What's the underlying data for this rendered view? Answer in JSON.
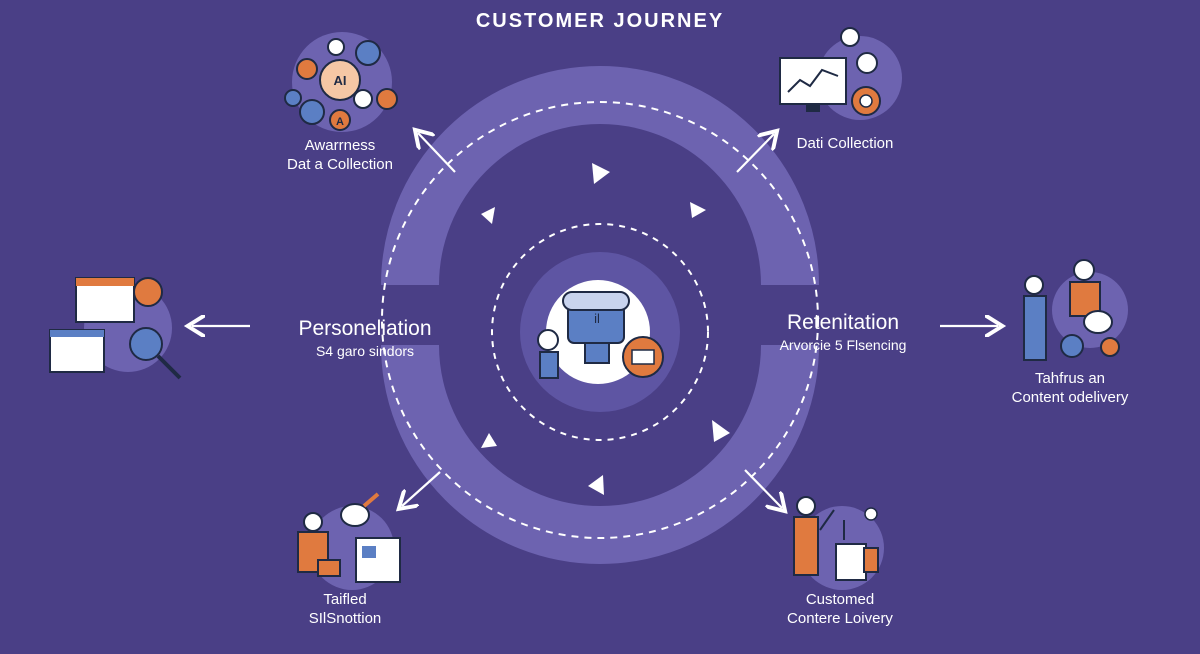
{
  "diagram": {
    "title": "CUSTOMER JOURNEY",
    "center_glyph": "il",
    "stages": {
      "awareness": {
        "line1": "Awarrness",
        "line2": "Dat a Collection",
        "icon_text_ai": "AI",
        "icon_text_a": "A"
      },
      "data_collection": {
        "line1": "Dati Collection"
      },
      "personalization": {
        "line1": "Personeliation",
        "line2": "S4 garo sindors"
      },
      "retention": {
        "line1": "Retenitation",
        "line2": "Arvorcie 5 Flsencing"
      },
      "content_delivery": {
        "line1": "Tahfrus an",
        "line2": "Content odelivery"
      },
      "tailored": {
        "line1": "Taifled",
        "line2": "SIlSnottion"
      },
      "customized": {
        "line1": "Customed",
        "line2": "Contere Loivery"
      }
    }
  },
  "colors": {
    "background": "#4a3f86",
    "ring": "#6d63b0",
    "inner_disc": "#5e55a3",
    "accent_orange": "#e07a3f",
    "accent_blue": "#5b7fc4",
    "line_dark": "#1f2a44"
  },
  "icons": [
    "ai-lightbulb-icon",
    "gear-icon",
    "heart-icon",
    "chart-monitor-icon",
    "target-icon",
    "browser-window-icon",
    "magnifier-icon",
    "person-icon",
    "speech-bubble-icon",
    "clipboard-icon",
    "pencil-icon",
    "handshake-icon",
    "robot-icon"
  ]
}
